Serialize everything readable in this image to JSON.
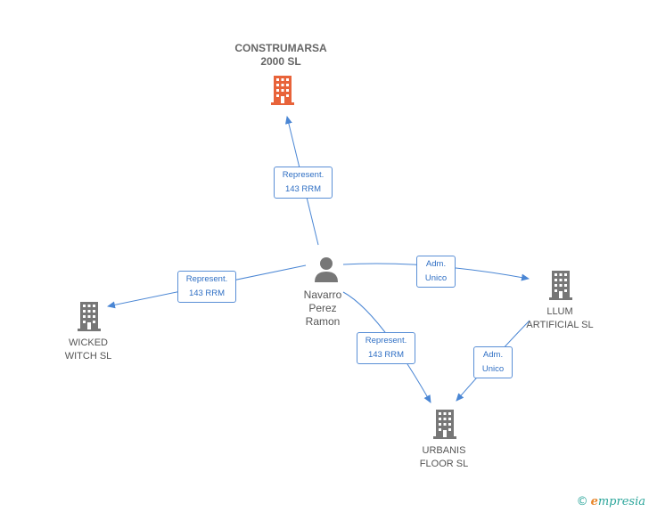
{
  "nodes": {
    "construmarsa": {
      "lines": [
        "CONSTRUMARSA",
        "2000 SL"
      ],
      "color": "#e8633a"
    },
    "person": {
      "lines": [
        "Navarro",
        "Perez",
        "Ramon"
      ],
      "color": "#777777"
    },
    "wicked": {
      "lines": [
        "WICKED",
        "WITCH SL"
      ],
      "color": "#777777"
    },
    "llum": {
      "lines": [
        "LLUM",
        "ARTIFICIAL SL"
      ],
      "color": "#777777"
    },
    "urbanis": {
      "lines": [
        "URBANIS",
        "FLOOR SL"
      ],
      "color": "#777777"
    }
  },
  "edges": {
    "to_construmarsa": {
      "lines": [
        "Represent.",
        "143 RRM"
      ]
    },
    "to_wicked": {
      "lines": [
        "Represent.",
        "143 RRM"
      ]
    },
    "to_llum": {
      "lines": [
        "Adm.",
        "Unico"
      ]
    },
    "to_urbanis": {
      "lines": [
        "Represent.",
        "143 RRM"
      ]
    },
    "llum_to_urbanis": {
      "lines": [
        "Adm.",
        "Unico"
      ]
    }
  },
  "colors": {
    "edge": "#4a86d4",
    "accent_building": "#e8633a",
    "building": "#777777"
  },
  "brand": {
    "copyright": "©",
    "initial": "e",
    "name": "mpresia"
  }
}
